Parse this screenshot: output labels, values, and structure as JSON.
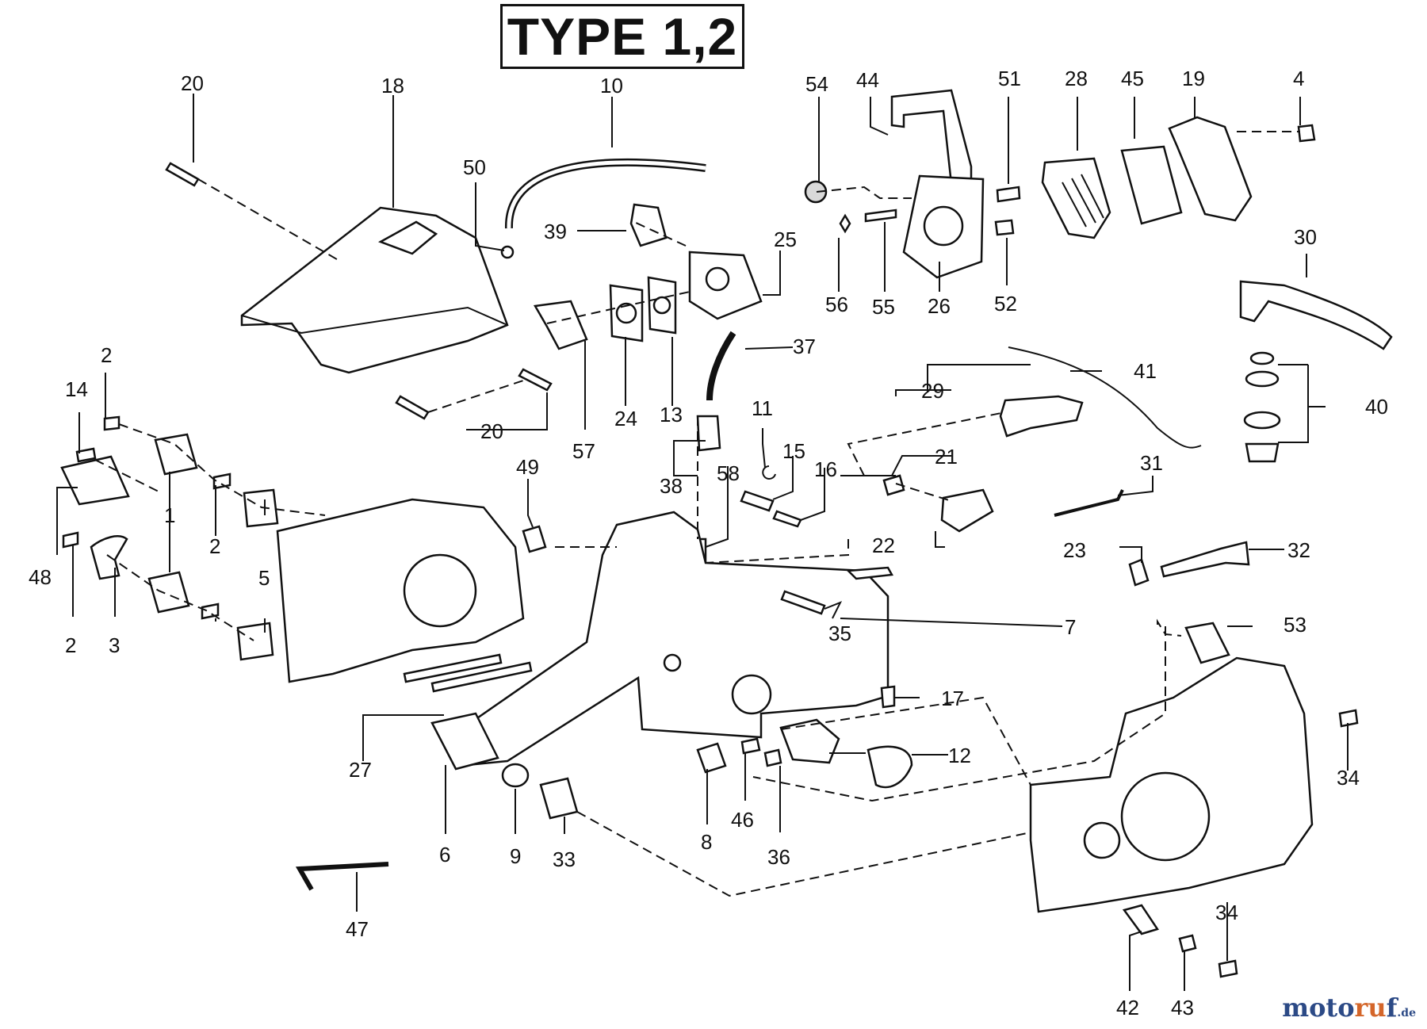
{
  "title": "TYPE 1,2",
  "watermark": {
    "brand": "moto",
    "accent": "ru",
    "brand_end": "f",
    "tld": ".de"
  },
  "part_numbers": {
    "p1": "1",
    "p2": "2",
    "p3": "3",
    "p4": "4",
    "p5": "5",
    "p6": "6",
    "p7": "7",
    "p8": "8",
    "p9": "9",
    "p10": "10",
    "p11": "11",
    "p12": "12",
    "p13": "13",
    "p14": "14",
    "p15": "15",
    "p16": "16",
    "p17": "17",
    "p18": "18",
    "p19": "19",
    "p20": "20",
    "p21": "21",
    "p22": "22",
    "p23": "23",
    "p24": "24",
    "p25": "25",
    "p26": "26",
    "p27": "27",
    "p28": "28",
    "p29": "29",
    "p30": "30",
    "p31": "31",
    "p32": "32",
    "p33": "33",
    "p34": "34",
    "p35": "35",
    "p36": "36",
    "p37": "37",
    "p38": "38",
    "p39": "39",
    "p40": "40",
    "p41": "41",
    "p42": "42",
    "p43": "43",
    "p44": "44",
    "p45": "45",
    "p46": "46",
    "p47": "47",
    "p48": "48",
    "p49": "49",
    "p50": "50",
    "p51": "51",
    "p52": "52",
    "p53": "53",
    "p54": "54",
    "p55": "55",
    "p56": "56",
    "p57": "57",
    "p58": "58"
  }
}
